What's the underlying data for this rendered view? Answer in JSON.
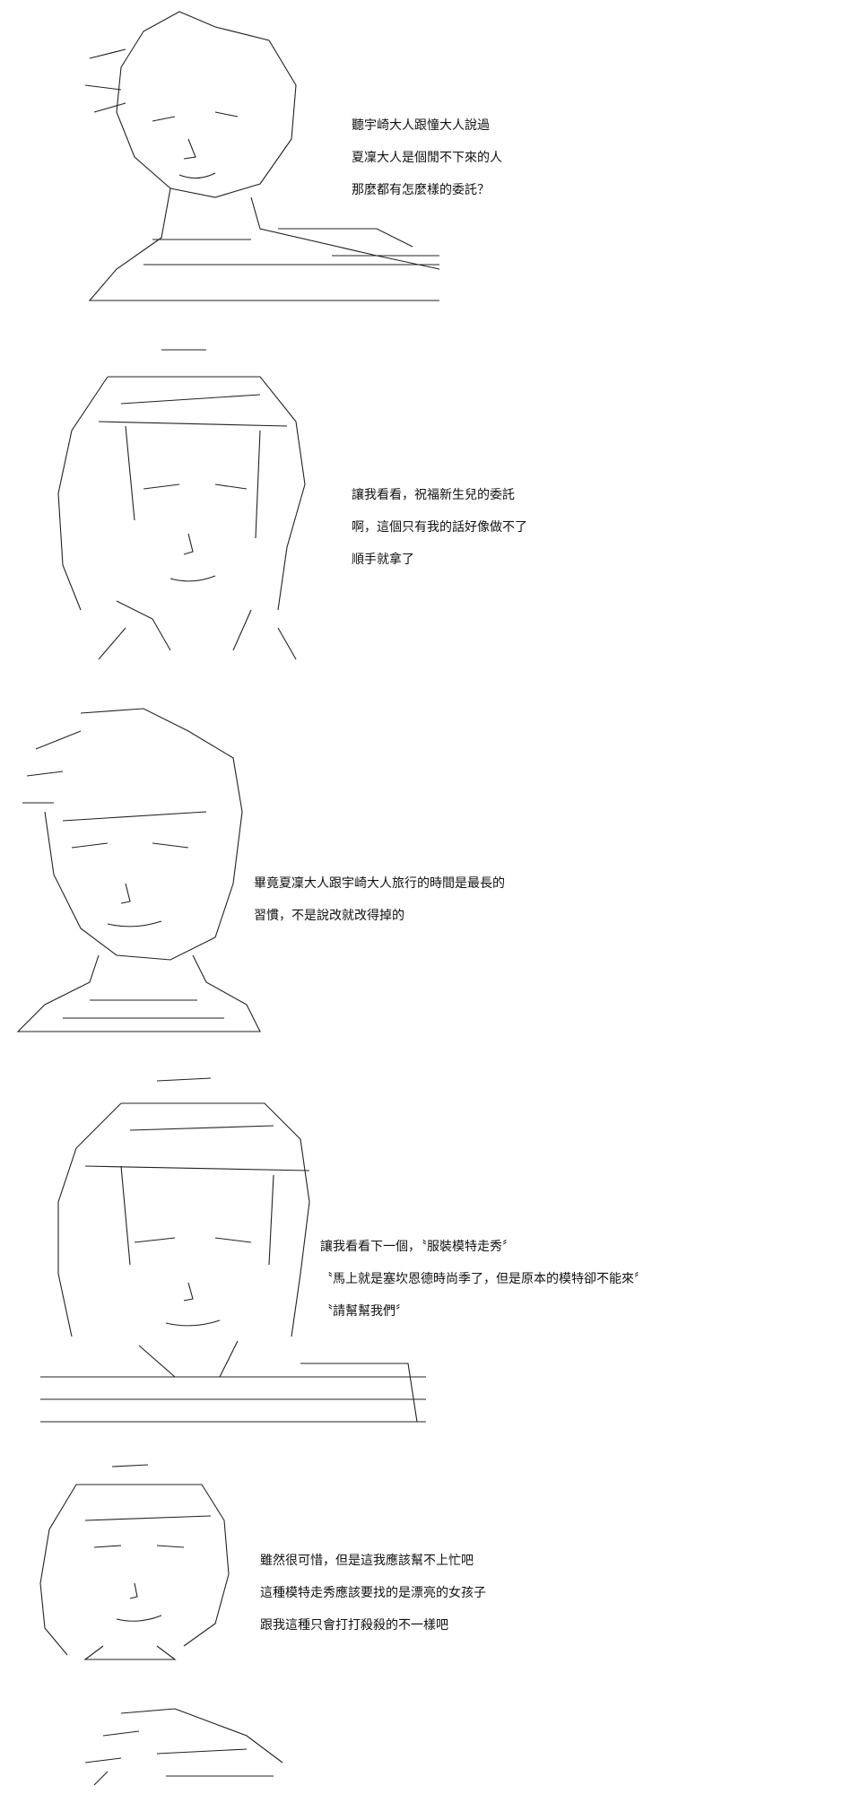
{
  "panels": [
    {
      "lines": [
        "聽宇崎大人跟憧大人說過",
        "夏凜大人是個閒不下來的人",
        "那麼都有怎麼樣的委託？"
      ]
    },
    {
      "lines": [
        "讓我看看，祝福新生兒的委託",
        "啊，這個只有我的話好像做不了",
        "順手就拿了"
      ]
    },
    {
      "lines": [
        "畢竟夏凜大人跟宇崎大人旅行的時間是最長的",
        "習慣，不是說改就改得掉的"
      ]
    },
    {
      "lines": [
        "讓我看看下一個，〝服裝模特走秀〞",
        "〝馬上就是塞坎恩德時尚季了，但是原本的模特卻不能來〞",
        "〝請幫幫我們〞"
      ]
    },
    {
      "lines": [
        "雖然很可惜，但是這我應該幫不上忙吧",
        "這種模特走秀應該要找的是漂亮的女孩子",
        "跟我這種只會打打殺殺的不一樣吧"
      ]
    }
  ]
}
